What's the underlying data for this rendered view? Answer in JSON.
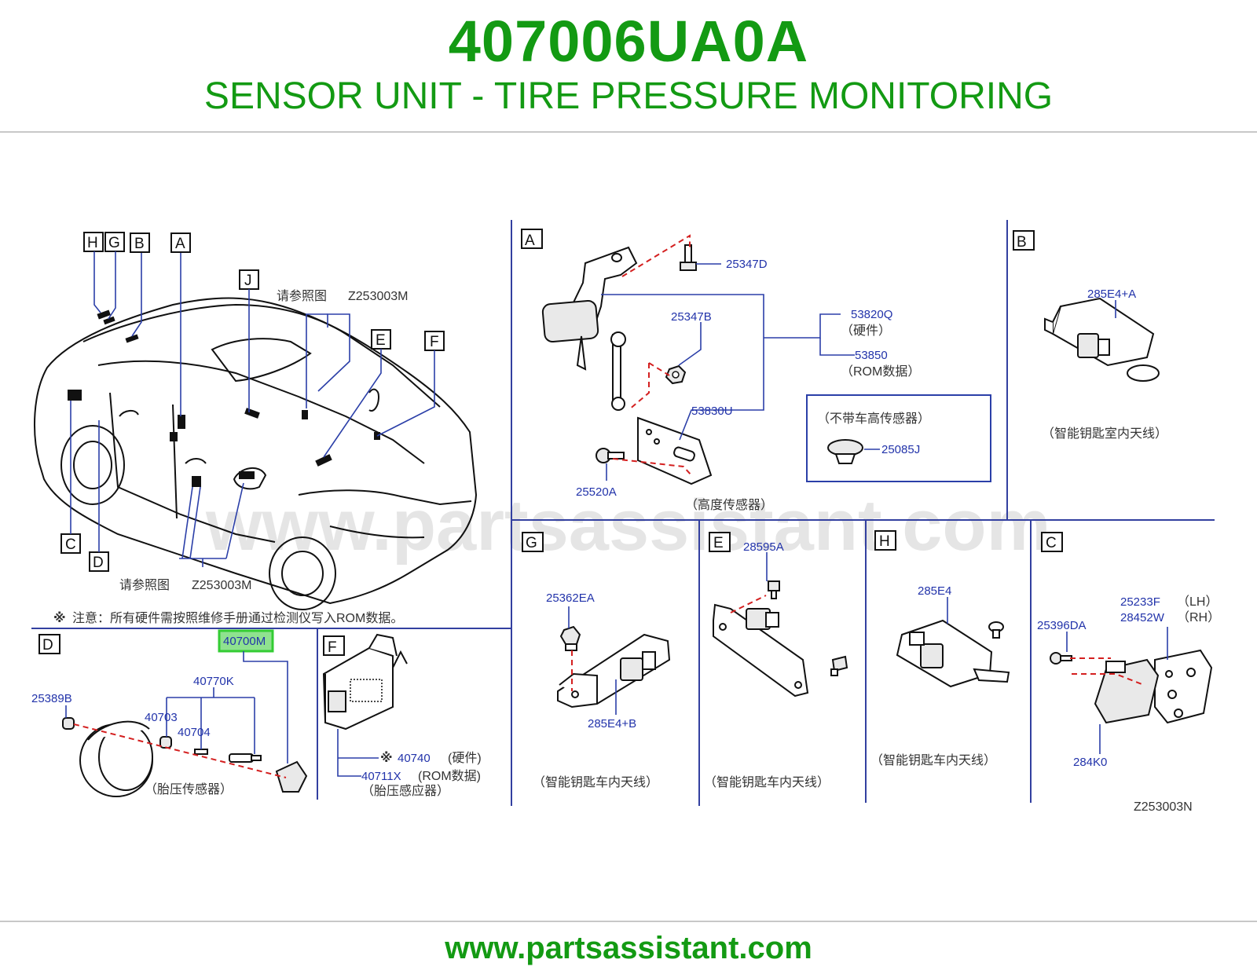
{
  "header": {
    "part_number": "407006UA0A",
    "description": "SENSOR UNIT - TIRE PRESSURE MONITORING"
  },
  "footer": {
    "url": "www.partsassistant.com"
  },
  "watermark": "www.partsassistant.com",
  "colors": {
    "brand_green": "#139a13",
    "callout_blue": "#2233aa",
    "dash_red": "#d42020",
    "highlight": "#33cc33"
  },
  "overview": {
    "view_labels": [
      "H",
      "G",
      "B",
      "A",
      "J",
      "E",
      "F",
      "C",
      "D"
    ],
    "refer_text": "请参照图",
    "refer_code_1": "Z253003M",
    "refer_code_2": "Z253003M",
    "note_symbol": "※",
    "note": "注意：所有硬件需按照维修手册通过检测仪写入ROM数据。"
  },
  "panel_a": {
    "label": "A",
    "parts": {
      "p25347D": "25347D",
      "p25347B": "25347B",
      "p53820Q": "53820Q",
      "p53820Q_note": "（硬件）",
      "p53850": "53850",
      "p53850_note": "（ROM数据）",
      "p53830U": "53830U",
      "p25520A": "25520A"
    },
    "inset_title": "（不带车高传感器）",
    "inset_part": "25085J",
    "caption": "（高度传感器）"
  },
  "panel_b": {
    "label": "B",
    "part": "285E4+A",
    "caption": "（智能钥匙室内天线）"
  },
  "panel_d": {
    "label": "D",
    "highlighted_part": "40700M",
    "parts": {
      "p40770K": "40770K",
      "p25389B": "25389B",
      "p40703": "40703",
      "p40704": "40704"
    },
    "caption": "（胎压传感器）"
  },
  "panel_f": {
    "label": "F",
    "p40740_mark": "※",
    "p40740": "40740",
    "p40740_note": "(硬件)",
    "p40711X": "40711X",
    "p40711X_note": "(ROM数据)",
    "caption": "（胎压感应器）"
  },
  "panel_g": {
    "label": "G",
    "p25362EA": "25362EA",
    "p285E4B": "285E4+B",
    "caption": "（智能钥匙车内天线）"
  },
  "panel_e": {
    "label": "E",
    "p28595A": "28595A",
    "caption": "（智能钥匙车内天线）"
  },
  "panel_h": {
    "label": "H",
    "p285E4": "285E4",
    "caption": "（智能钥匙车内天线）"
  },
  "panel_c": {
    "label": "C",
    "p25396DA": "25396DA",
    "p25233F": "25233F",
    "p25233F_side": "（LH）",
    "p28452W": "28452W",
    "p28452W_side": "（RH）",
    "p284K0": "284K0"
  },
  "diagram_code": "Z253003N"
}
